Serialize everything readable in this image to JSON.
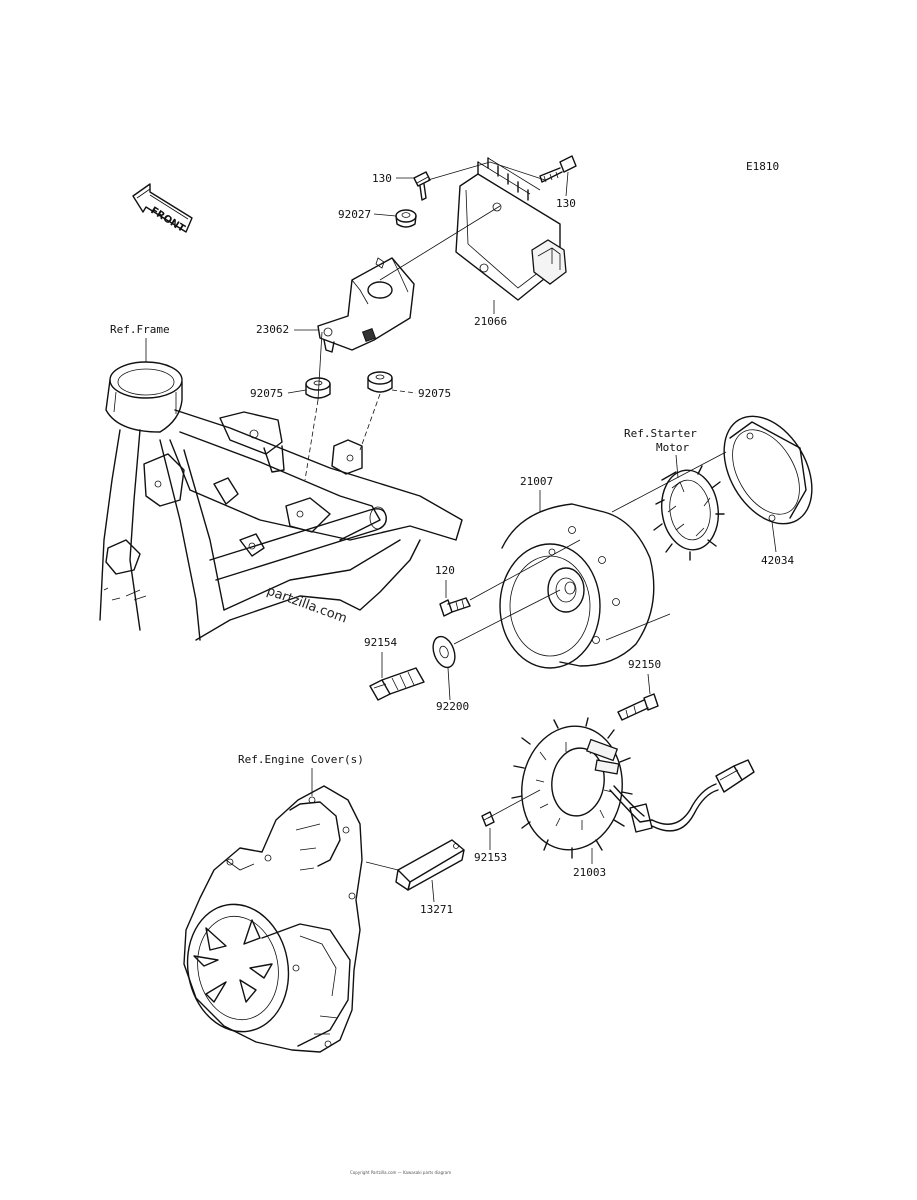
{
  "diagram_code": "E1810",
  "front_arrow_label": "FRONT",
  "watermark": "partzilla.com",
  "footer_text": "Copyright Partzilla.com — Kawasaki parts diagram",
  "labels": {
    "p130a": "130",
    "p130b": "130",
    "p92027": "92027",
    "p21066": "21066",
    "p23062": "23062",
    "p92075a": "92075",
    "p92075b": "92075",
    "p21007": "21007",
    "p120": "120",
    "p92154": "92154",
    "p92200": "92200",
    "p42034": "42034",
    "p92150": "92150",
    "p92153": "92153",
    "p21003": "21003",
    "p13271": "13271"
  },
  "references": {
    "frame": "Ref.Frame",
    "starter_line1": "Ref.Starter",
    "starter_line2": "Motor",
    "engine_cover": "Ref.Engine Cover(s)"
  }
}
